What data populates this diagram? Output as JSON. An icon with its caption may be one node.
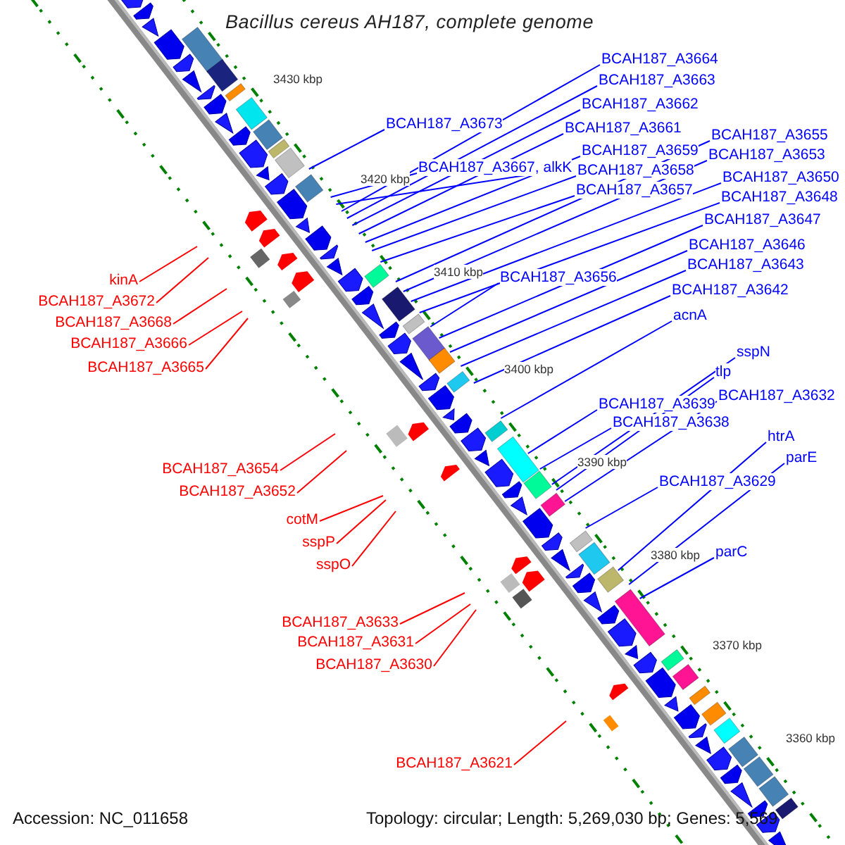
{
  "diagram": {
    "title": "Bacillus cereus AH187, complete genome",
    "nodes": [
      {
        "text": [
          "BCAH187_A3664"
        ]
      },
      {
        "text": [
          "BCAH187_A3663"
        ]
      },
      {
        "text": [
          "BCAH187_A3662"
        ]
      },
      {
        "text": [
          "BCAH187_A3673"
        ]
      },
      {
        "text": [
          "BCAH187_A3661"
        ]
      },
      {
        "text": [
          "BCAH187_A3655"
        ]
      },
      {
        "text": [
          "BCAH187_A3659"
        ]
      },
      {
        "text": [
          "BCAH187_A3653"
        ]
      },
      {
        "text": [
          "BCAH187_A3667, alkK"
        ]
      },
      {
        "text": [
          "BCAH187_A3658"
        ]
      },
      {
        "text": [
          "BCAH187_A3650"
        ]
      },
      {
        "text": [
          "BCAH187_A3657"
        ]
      },
      {
        "text": [
          "BCAH187_A3648"
        ]
      },
      {
        "text": [
          "BCAH187_A3647"
        ]
      },
      {
        "text": [
          "BCAH187_A3646"
        ]
      },
      {
        "text": [
          "BCAH187_A3643"
        ]
      },
      {
        "text": [
          "BCAH187_A3656"
        ]
      },
      {
        "text": [
          "kinA"
        ]
      },
      {
        "text": [
          "BCAH187_A3642"
        ]
      },
      {
        "text": [
          "BCAH187_A3672"
        ]
      },
      {
        "text": [
          "acnA"
        ]
      },
      {
        "text": [
          "BCAH187_A3668"
        ]
      },
      {
        "text": [
          "BCAH187_A3666"
        ]
      },
      {
        "text": [
          "sspN"
        ]
      },
      {
        "text": [
          "BCAH187_A3665"
        ]
      },
      {
        "text": [
          "tlp"
        ]
      },
      {
        "text": [
          "BCAH187_A3632"
        ]
      },
      {
        "text": [
          "BCAH187_A3639"
        ]
      },
      {
        "text": [
          "BCAH187_A3638"
        ]
      },
      {
        "text": [
          "htrA"
        ]
      },
      {
        "text": [
          "parE"
        ]
      },
      {
        "text": [
          "BCAH187_A3654"
        ]
      },
      {
        "text": [
          "BCAH187_A3629"
        ]
      },
      {
        "text": [
          "BCAH187_A3652"
        ]
      },
      {
        "text": [
          "cotM"
        ]
      },
      {
        "text": [
          "sspP"
        ]
      },
      {
        "text": [
          "parC"
        ]
      },
      {
        "text": [
          "sspO"
        ]
      },
      {
        "text": [
          "BCAH187_A3633"
        ]
      },
      {
        "text": [
          "BCAH187_A3631"
        ]
      },
      {
        "text": [
          "BCAH187_A3630"
        ]
      },
      {
        "text": [
          "BCAH187_A3621"
        ]
      }
    ],
    "edges": [
      {
        "from": 0,
        "to": null,
        "arrow": "none"
      },
      {
        "from": 1,
        "to": null,
        "arrow": "none"
      },
      {
        "from": 2,
        "to": null,
        "arrow": "none"
      },
      {
        "from": 3,
        "to": null,
        "arrow": "none"
      },
      {
        "from": 4,
        "to": null,
        "arrow": "none"
      },
      {
        "from": 5,
        "to": null,
        "arrow": "none"
      },
      {
        "from": 6,
        "to": null,
        "arrow": "none"
      },
      {
        "from": 7,
        "to": null,
        "arrow": "none"
      },
      {
        "from": 8,
        "to": null,
        "arrow": "none"
      },
      {
        "from": 8,
        "to": null,
        "arrow": "none"
      },
      {
        "from": 9,
        "to": null,
        "arrow": "none"
      },
      {
        "from": 10,
        "to": null,
        "arrow": "none"
      },
      {
        "from": 11,
        "to": null,
        "arrow": "none"
      },
      {
        "from": 12,
        "to": null,
        "arrow": "none"
      },
      {
        "from": 13,
        "to": null,
        "arrow": "none"
      },
      {
        "from": 14,
        "to": null,
        "arrow": "none"
      },
      {
        "from": 15,
        "to": null,
        "arrow": "none"
      },
      {
        "from": 16,
        "to": null,
        "arrow": "none"
      },
      {
        "from": 17,
        "to": null,
        "arrow": "none",
        "color": "#ff0000"
      },
      {
        "from": 18,
        "to": null,
        "arrow": "none"
      },
      {
        "from": 19,
        "to": null,
        "arrow": "none",
        "color": "#ff0000"
      },
      {
        "from": 20,
        "to": null,
        "arrow": "none"
      },
      {
        "from": 21,
        "to": null,
        "arrow": "none",
        "color": "#ff0000"
      },
      {
        "from": 22,
        "to": null,
        "arrow": "none",
        "color": "#ff0000"
      },
      {
        "from": 23,
        "to": null,
        "arrow": "none"
      },
      {
        "from": 24,
        "to": null,
        "arrow": "none",
        "color": "#ff0000"
      },
      {
        "from": 25,
        "to": null,
        "arrow": "none"
      },
      {
        "from": 26,
        "to": null,
        "arrow": "none"
      },
      {
        "from": 27,
        "to": null,
        "arrow": "none"
      },
      {
        "from": 28,
        "to": null,
        "arrow": "none"
      },
      {
        "from": 29,
        "to": null,
        "arrow": "none"
      },
      {
        "from": 30,
        "to": null,
        "arrow": "none"
      },
      {
        "from": 31,
        "to": null,
        "arrow": "none",
        "color": "#ff0000"
      },
      {
        "from": 32,
        "to": null,
        "arrow": "none"
      },
      {
        "from": 33,
        "to": null,
        "arrow": "none",
        "color": "#ff0000"
      },
      {
        "from": 34,
        "to": null,
        "arrow": "none",
        "color": "#ff0000"
      },
      {
        "from": 35,
        "to": null,
        "arrow": "none",
        "color": "#ff0000"
      },
      {
        "from": 36,
        "to": null,
        "arrow": "none"
      },
      {
        "from": 37,
        "to": null,
        "arrow": "none",
        "color": "#ff0000"
      },
      {
        "from": 38,
        "to": null,
        "arrow": "none",
        "color": "#ff0000"
      },
      {
        "from": 39,
        "to": null,
        "arrow": "none",
        "color": "#ff0000"
      },
      {
        "from": 40,
        "to": null,
        "arrow": "none",
        "color": "#ff0000"
      },
      {
        "from": 41,
        "to": null,
        "arrow": "none",
        "color": "#ff0000"
      }
    ],
    "labels": [
      "3430 kbp",
      "3420 kbp",
      "3410 kbp",
      "3400 kbp",
      "3390 kbp",
      "3380 kbp",
      "3370 kbp",
      "3360 kbp",
      "Accession: NC_011658",
      "Topology: circular; Length: 5,269,030 bp; Genes: 5,569"
    ]
  }
}
